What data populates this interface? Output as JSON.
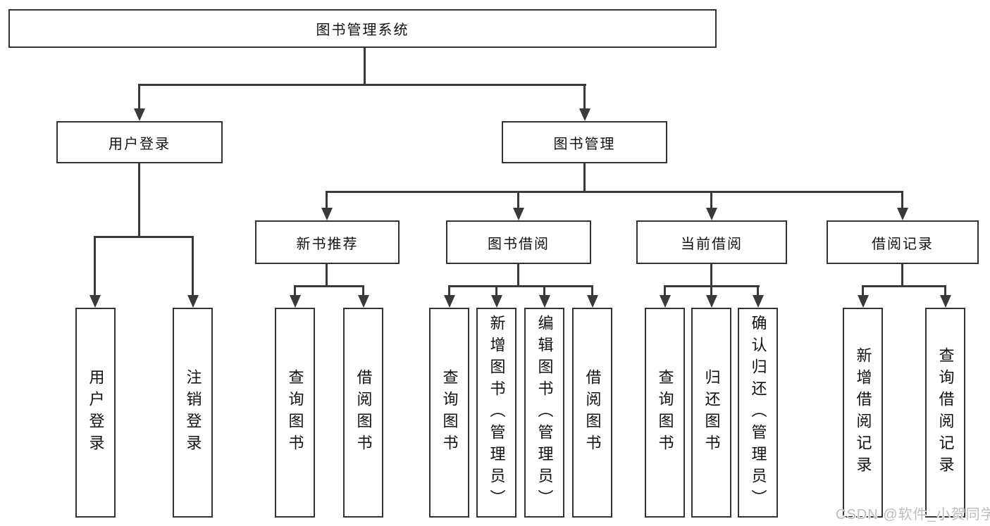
{
  "diagram": {
    "root": {
      "label": "图书管理系统"
    },
    "level2": [
      "用户登录",
      "图书管理"
    ],
    "level3": [
      "新书推荐",
      "图书借阅",
      "当前借阅",
      "借阅记录"
    ],
    "leaves": {
      "user_login": [
        "用户登录",
        "注销登录"
      ],
      "new_book_recommendation": [
        "查询图书",
        "借阅图书"
      ],
      "book_borrowing": [
        "查询图书",
        "新增图书（管理员）",
        "编辑图书（管理员）",
        "借阅图书"
      ],
      "current_borrowing": [
        "查询图书",
        "归还图书",
        "确认归还（管理员）"
      ],
      "borrowing_records": [
        "新增借阅记录",
        "查询借阅记录"
      ]
    }
  },
  "watermark": "CSDN @软件_小贺同学",
  "colors": {
    "line": "#3a3a3a",
    "box_border": "#333333",
    "text": "#111111",
    "background": "#ffffff",
    "watermark": "#bdbdbd"
  }
}
